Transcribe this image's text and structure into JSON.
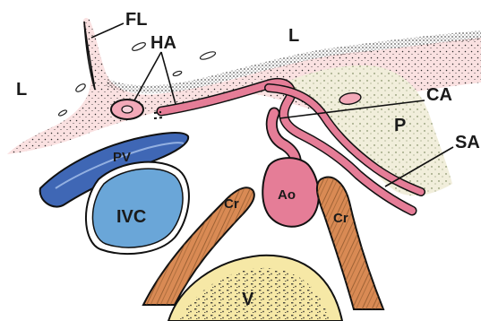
{
  "labels": {
    "fl": "FL",
    "ha": "HA",
    "l_top": "L",
    "l_left": "L",
    "ca": "CA",
    "p": "P",
    "sa": "SA",
    "pv": "PV",
    "ivc": "IVC",
    "ao": "Ao",
    "cr_left": "Cr",
    "cr_right": "Cr",
    "v": "V"
  },
  "colors": {
    "liver_tint": "#f6c9c9",
    "pancreas": "#f1eedb",
    "portal_vein": "#3f67b5",
    "ivc": "#6aa6d8",
    "arteries": "#e57d97",
    "crus": "#d98a54",
    "vertebra": "#f6e8a6"
  }
}
